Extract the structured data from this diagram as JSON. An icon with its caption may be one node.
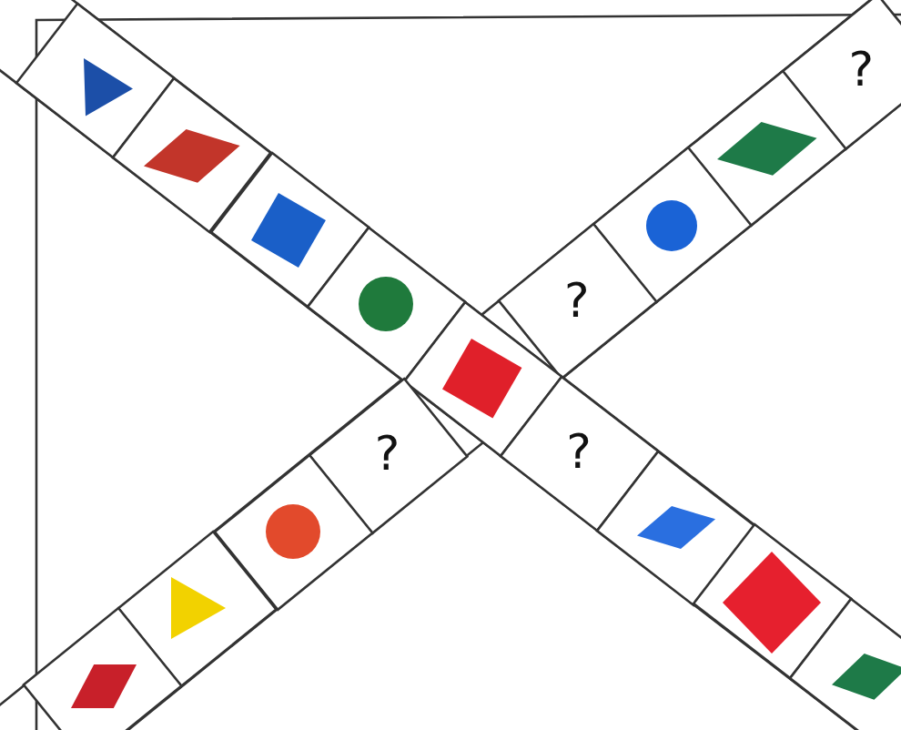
{
  "diagram": {
    "nodes": [
      {
        "text": [],
        "shape": "triangle"
      },
      {
        "text": [
          "?"
        ]
      },
      {
        "text": [],
        "shape": "diamond"
      },
      {
        "text": [],
        "shape": "diamond"
      },
      {
        "text": [],
        "shape": "square"
      },
      {
        "text": [],
        "shape": "circle"
      },
      {
        "text": [],
        "shape": "circle"
      },
      {
        "text": [
          "?"
        ]
      },
      {
        "text": [],
        "shape": "square"
      },
      {
        "text": [
          "?"
        ]
      },
      {
        "text": [
          "?"
        ]
      },
      {
        "text": [],
        "shape": "circle"
      },
      {
        "text": [],
        "shape": "diamond"
      },
      {
        "text": [],
        "shape": "triangle"
      },
      {
        "text": [],
        "shape": "diamond"
      },
      {
        "text": [],
        "shape": "parallelogram"
      },
      {
        "text": [],
        "shape": "diamond"
      }
    ]
  }
}
